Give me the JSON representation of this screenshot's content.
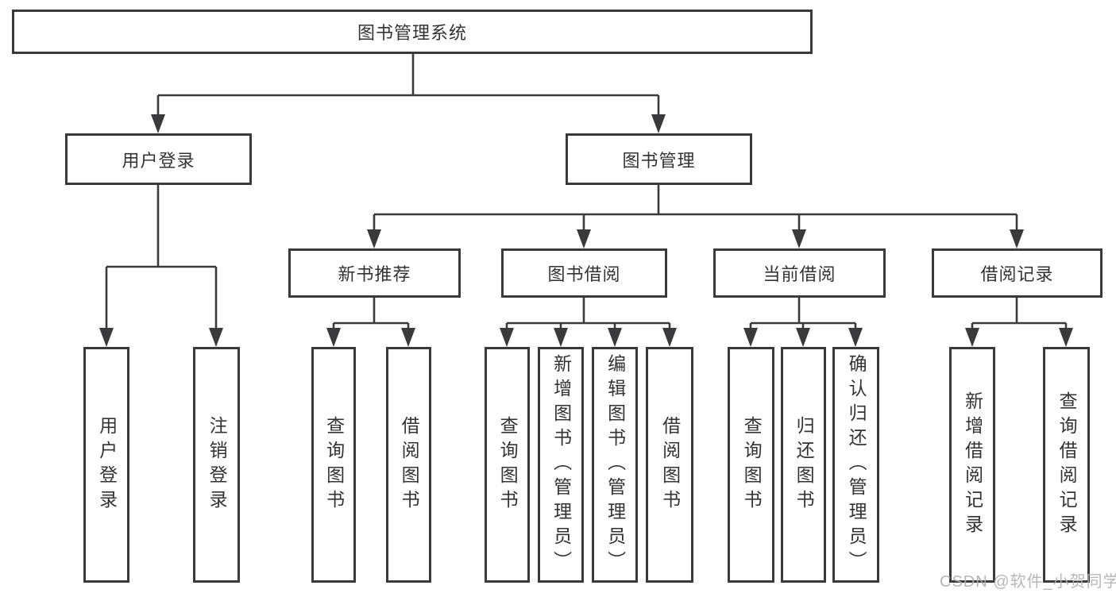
{
  "diagram": {
    "root": {
      "label": "图书管理系统"
    },
    "level2": {
      "user_login": {
        "label": "用户登录"
      },
      "book_mgmt": {
        "label": "图书管理"
      }
    },
    "level3": {
      "new_book_rec": {
        "label": "新书推荐"
      },
      "book_borrow": {
        "label": "图书借阅"
      },
      "current_borrow": {
        "label": "当前借阅"
      },
      "borrow_records": {
        "label": "借阅记录"
      }
    },
    "leaves": {
      "user_login": [
        "用户登录",
        "注销登录"
      ],
      "new_book_rec": [
        "查询图书",
        "借阅图书"
      ],
      "book_borrow": [
        "查询图书",
        "新增图书（管理员）",
        "编辑图书（管理员）",
        "借阅图书"
      ],
      "current_borrow": [
        "查询图书",
        "归还图书",
        "确认归还（管理员）"
      ],
      "borrow_records": [
        "新增借阅记录",
        "查询借阅记录"
      ]
    },
    "colors": {
      "line": "#3a3a3c",
      "text": "#333333",
      "watermark": "#afafaf"
    },
    "watermark": "CSDN @软件_小贺同学"
  }
}
